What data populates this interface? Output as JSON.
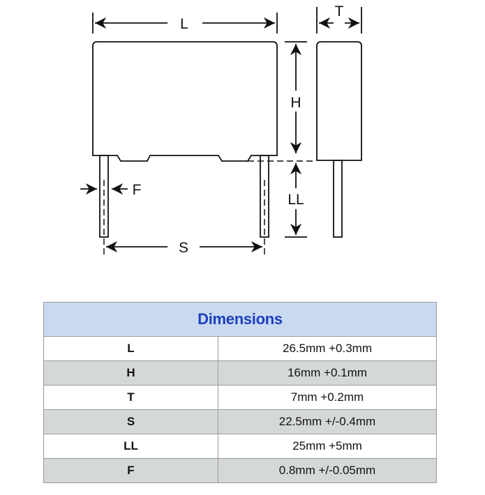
{
  "diagram": {
    "labels": {
      "L": "L",
      "H": "H",
      "T": "T",
      "S": "S",
      "LL": "LL",
      "F": "F"
    }
  },
  "table": {
    "title": "Dimensions",
    "rows": [
      {
        "param": "L",
        "value": "26.5mm +0.3mm"
      },
      {
        "param": "H",
        "value": "16mm +0.1mm"
      },
      {
        "param": "T",
        "value": "7mm +0.2mm"
      },
      {
        "param": "S",
        "value": "22.5mm +/-0.4mm"
      },
      {
        "param": "LL",
        "value": "25mm +5mm"
      },
      {
        "param": "F",
        "value": "0.8mm +/-0.05mm"
      }
    ]
  },
  "colors": {
    "header_bg": "#c9daf0",
    "header_text": "#1c3fc0",
    "alt_row": "#d5d9d6"
  }
}
